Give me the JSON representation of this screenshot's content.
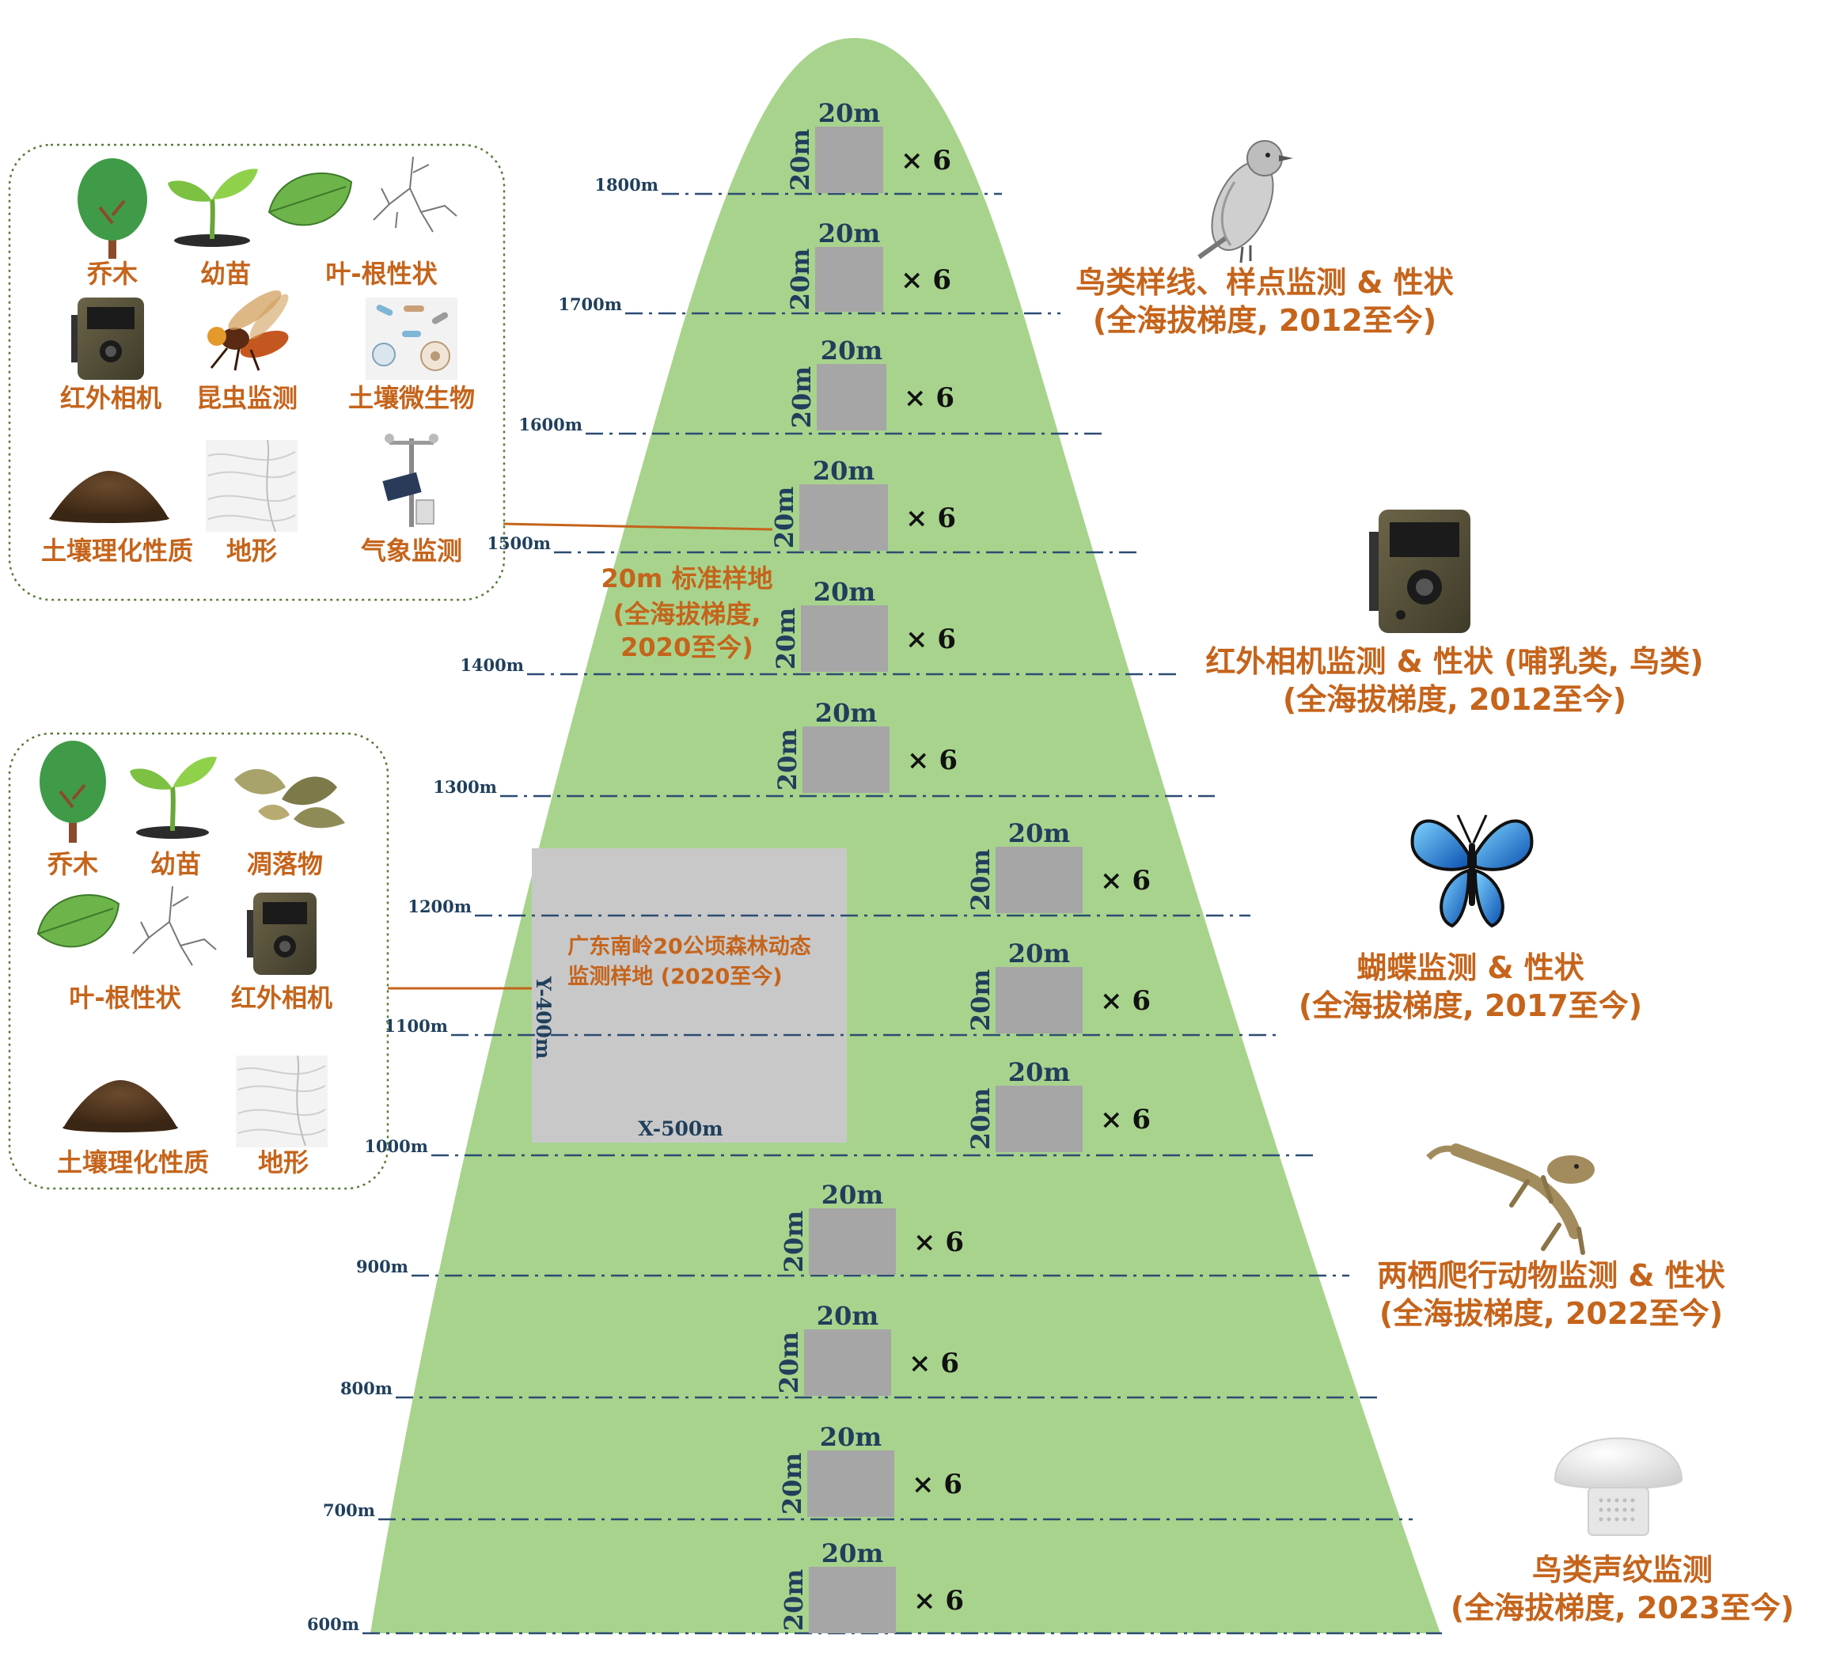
{
  "colors": {
    "mountain": "#a8d38d",
    "plot": "#a6a6a6",
    "large_plot": "#c8c8c8",
    "label_orange": "#c5641b",
    "axis_navy": "#1f3f5c",
    "dashed_line": "#2b4c73",
    "panel_border": "#5a7a3a"
  },
  "elevations": [
    {
      "label": "1800m",
      "plot": {
        "top": "20m",
        "side": "20m",
        "mult": "× 6"
      }
    },
    {
      "label": "1700m",
      "plot": {
        "top": "20m",
        "side": "20m",
        "mult": "× 6"
      }
    },
    {
      "label": "1600m",
      "plot": {
        "top": "20m",
        "side": "20m",
        "mult": "× 6"
      }
    },
    {
      "label": "1500m",
      "plot": {
        "top": "20m",
        "side": "20m",
        "mult": "× 6"
      }
    },
    {
      "label": "1400m",
      "plot": {
        "top": "20m",
        "side": "20m",
        "mult": "× 6"
      }
    },
    {
      "label": "1300m",
      "plot": {
        "top": "20m",
        "side": "20m",
        "mult": "× 6"
      }
    },
    {
      "label": "1200m",
      "plot": {
        "top": "20m",
        "side": "20m",
        "mult": "× 6"
      }
    },
    {
      "label": "1100m",
      "plot": {
        "top": "20m",
        "side": "20m",
        "mult": "× 6"
      }
    },
    {
      "label": "1000m",
      "plot": {
        "top": "20m",
        "side": "20m",
        "mult": "× 6"
      }
    },
    {
      "label": "900m",
      "plot": {
        "top": "20m",
        "side": "20m",
        "mult": "× 6"
      }
    },
    {
      "label": "800m",
      "plot": {
        "top": "20m",
        "side": "20m",
        "mult": "× 6"
      }
    },
    {
      "label": "700m",
      "plot": {
        "top": "20m",
        "side": "20m",
        "mult": "× 6"
      }
    },
    {
      "label": "600m",
      "plot": {
        "top": "20m",
        "side": "20m",
        "mult": "× 6"
      }
    }
  ],
  "standard_plot_label": {
    "line1": "20m 标准样地",
    "line2": "(全海拔梯度,",
    "line3": "2020至今)"
  },
  "large_plot": {
    "title_line1": "广东南岭20公顷森林动态",
    "title_line2": "监测样地 (2020至今)",
    "y_label": "Y-400m",
    "x_label": "X-500m"
  },
  "panel_top": {
    "items": [
      {
        "label": "乔木",
        "icon": "tree-icon"
      },
      {
        "label": "幼苗",
        "icon": "seedling-icon"
      },
      {
        "label": "叶-根性状",
        "icon": "leaf-root-icon"
      },
      {
        "label": "红外相机",
        "icon": "camera-trap-icon"
      },
      {
        "label": "昆虫监测",
        "icon": "hornet-icon"
      },
      {
        "label": "土壤微生物",
        "icon": "microbe-icon"
      },
      {
        "label": "土壤理化性质",
        "icon": "soil-icon"
      },
      {
        "label": "地形",
        "icon": "terrain-icon"
      },
      {
        "label": "气象监测",
        "icon": "weather-station-icon"
      }
    ]
  },
  "panel_bottom": {
    "items": [
      {
        "label": "乔木",
        "icon": "tree-icon"
      },
      {
        "label": "幼苗",
        "icon": "seedling-icon"
      },
      {
        "label": "凋落物",
        "icon": "litter-icon"
      },
      {
        "label": "叶-根性状",
        "icon": "leaf-root-icon"
      },
      {
        "label": "红外相机",
        "icon": "camera-trap-icon"
      },
      {
        "label": "土壤理化性质",
        "icon": "soil-icon"
      },
      {
        "label": "地形",
        "icon": "terrain-icon"
      }
    ]
  },
  "right_labels": [
    {
      "line1": "鸟类样线、样点监测 & 性状",
      "line2": "(全海拔梯度, 2012至今)",
      "icon": "bird-icon"
    },
    {
      "line1": "红外相机监测 & 性状 (哺乳类, 鸟类)",
      "line2": "(全海拔梯度, 2012至今)",
      "icon": "camera-trap-icon"
    },
    {
      "line1": "蝴蝶监测 & 性状",
      "line2": "(全海拔梯度, 2017至今)",
      "icon": "butterfly-icon"
    },
    {
      "line1": "两栖爬行动物监测 & 性状",
      "line2": "(全海拔梯度, 2022至今)",
      "icon": "lizard-icon"
    },
    {
      "line1": "鸟类声纹监测",
      "line2": "(全海拔梯度, 2023至今)",
      "icon": "acoustic-recorder-icon"
    }
  ]
}
